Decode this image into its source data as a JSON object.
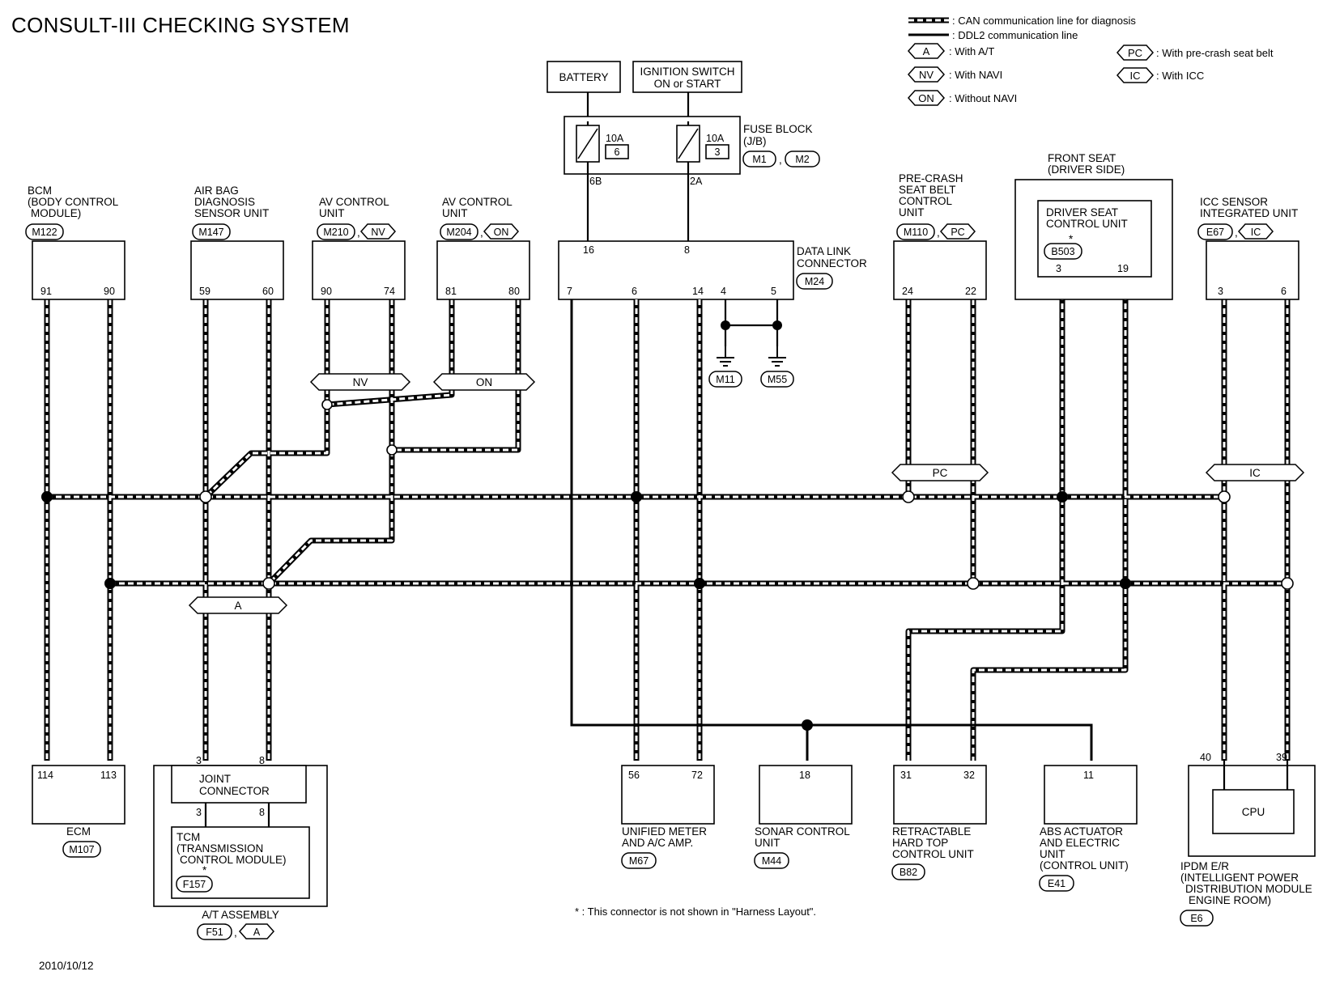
{
  "title": "CONSULT-III CHECKING SYSTEM",
  "date": "2010/10/12",
  "legend": {
    "can_line": ": CAN communication line for diagnosis",
    "ddl2_line": ": DDL2 communication line",
    "a": {
      "code": "A",
      "text": ": With A/T"
    },
    "nv": {
      "code": "NV",
      "text": ": With NAVI"
    },
    "on": {
      "code": "ON",
      "text": ": Without NAVI"
    },
    "pc": {
      "code": "PC",
      "text": ": With pre-crash seat belt"
    },
    "ic": {
      "code": "IC",
      "text": ": With ICC"
    }
  },
  "power": {
    "battery": "BATTERY",
    "ignition_l1": "IGNITION SWITCH",
    "ignition_l2": "ON or START",
    "fuse_block_l1": "FUSE BLOCK",
    "fuse_block_l2": "(J/B)",
    "fuse1_rating": "10A",
    "fuse1_no": "6",
    "fuse1_term": "6B",
    "fuse2_rating": "10A",
    "fuse2_no": "3",
    "fuse2_term": "2A",
    "conn_m1": "M1",
    "conn_m2": "M2",
    "comma": ","
  },
  "dlc": {
    "l1": "DATA LINK",
    "l2": "CONNECTOR",
    "conn": "M24",
    "pin16": "16",
    "pin8": "8",
    "pin7": "7",
    "pin6": "6",
    "pin14": "14",
    "pin4": "4",
    "pin5": "5",
    "ground1": "M11",
    "ground2": "M55"
  },
  "top_units": {
    "bcm": {
      "l1": "BCM",
      "l2": "(BODY CONTROL",
      "l3": "MODULE)",
      "conn": "M122",
      "p1": "91",
      "p2": "90"
    },
    "airbag": {
      "l1": "AIR BAG",
      "l2": "DIAGNOSIS",
      "l3": "SENSOR UNIT",
      "conn": "M147",
      "p1": "59",
      "p2": "60"
    },
    "av1": {
      "l1": "AV CONTROL",
      "l2": "UNIT",
      "conn": "M210",
      "tag": "NV",
      "p1": "90",
      "p2": "74"
    },
    "av2": {
      "l1": "AV CONTROL",
      "l2": "UNIT",
      "conn": "M204",
      "tag": "ON",
      "p1": "81",
      "p2": "80"
    },
    "precrash": {
      "l1": "PRE-CRASH",
      "l2": "SEAT BELT",
      "l3": "CONTROL",
      "l4": "UNIT",
      "conn": "M110",
      "tag": "PC",
      "p1": "24",
      "p2": "22"
    },
    "frontseat": {
      "l1": "FRONT SEAT",
      "l2": "(DRIVER SIDE)",
      "inner1": "DRIVER SEAT",
      "inner2": "CONTROL UNIT",
      "star": "*",
      "conn": "B503",
      "p1": "3",
      "p2": "19"
    },
    "icc": {
      "l1": "ICC SENSOR",
      "l2": "INTEGRATED UNIT",
      "conn": "E67",
      "tag": "IC",
      "p1": "3",
      "p2": "6"
    }
  },
  "bus_tags": {
    "nv": "NV",
    "on": "ON",
    "pc": "PC",
    "ic": "IC",
    "a": "A"
  },
  "bottom_units": {
    "ecm": {
      "l1": "ECM",
      "conn": "M107",
      "p1": "114",
      "p2": "113"
    },
    "at": {
      "joint1": "JOINT",
      "joint2": "CONNECTOR",
      "jp1": "3",
      "jp2": "8",
      "tp1": "3",
      "tp2": "8",
      "tcm1": "TCM",
      "tcm2": "(TRANSMISSION",
      "tcm3": "CONTROL MODULE)",
      "star": "*",
      "tcm_conn": "F157",
      "assembly": "A/T ASSEMBLY",
      "conn": "F51",
      "tag": "A"
    },
    "meter": {
      "l1": "UNIFIED METER",
      "l2": "AND A/C AMP.",
      "conn": "M67",
      "p1": "56",
      "p2": "72"
    },
    "sonar": {
      "l1": "SONAR CONTROL",
      "l2": "UNIT",
      "conn": "M44",
      "p1": "18"
    },
    "rht": {
      "l1": "RETRACTABLE",
      "l2": "HARD TOP",
      "l3": "CONTROL UNIT",
      "conn": "B82",
      "p1": "31",
      "p2": "32"
    },
    "abs": {
      "l1": "ABS ACTUATOR",
      "l2": "AND ELECTRIC",
      "l3": "UNIT",
      "l4": "(CONTROL UNIT)",
      "conn": "E41",
      "p1": "11"
    },
    "ipdm": {
      "cpu": "CPU",
      "l1": "IPDM E/R",
      "l2": "(INTELLIGENT POWER",
      "l3": "DISTRIBUTION MODULE",
      "l4": "ENGINE ROOM)",
      "conn": "E6",
      "p1": "40",
      "p2": "39"
    }
  },
  "footnote": "* : This connector is not shown in \"Harness Layout\"."
}
